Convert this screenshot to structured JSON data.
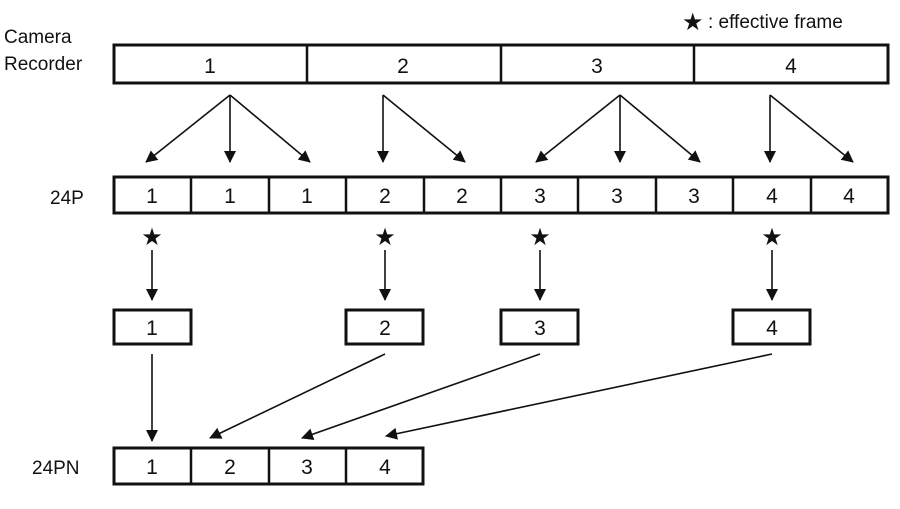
{
  "legend": {
    "star_symbol": "★",
    "text": ": effective frame"
  },
  "labels": {
    "camera_line1": "Camera",
    "camera_line2": "Recorder",
    "p24": "24P",
    "pn24": "24PN"
  },
  "camera_frames": [
    "1",
    "2",
    "3",
    "4"
  ],
  "p24_frames": [
    "1",
    "1",
    "1",
    "2",
    "2",
    "3",
    "3",
    "3",
    "4",
    "4"
  ],
  "effective_frames": [
    "1",
    "2",
    "3",
    "4"
  ],
  "pn24_frames": [
    "1",
    "2",
    "3",
    "4"
  ],
  "colors": {
    "stroke": "#111111",
    "background": "#ffffff"
  }
}
